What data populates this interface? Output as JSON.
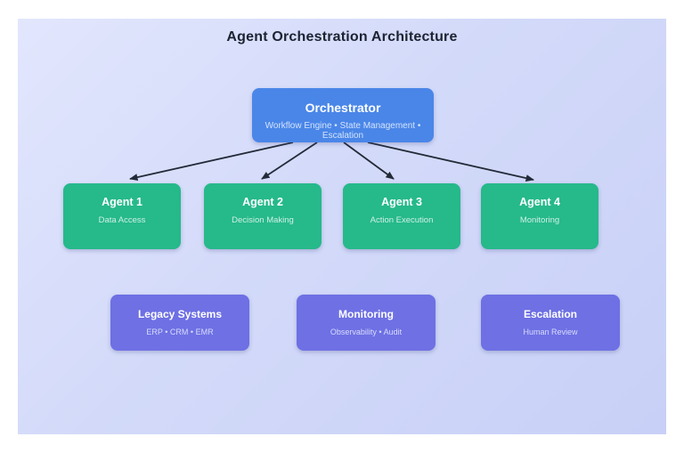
{
  "title": "Agent Orchestration Architecture",
  "colors": {
    "background_gradient_start": "#e2e6fd",
    "background_gradient_end": "#c8d0f7",
    "orchestrator_fill": "#4a86e8",
    "agent_fill": "#26b98a",
    "system_fill": "#6e70e4",
    "arrow": "#232b39",
    "title_text": "#1c2333"
  },
  "nodes": {
    "orchestrator": {
      "title": "Orchestrator",
      "subtitle": "Workflow Engine • State Management • Escalation"
    },
    "agents": [
      {
        "title": "Agent 1",
        "subtitle": "Data Access"
      },
      {
        "title": "Agent 2",
        "subtitle": "Decision Making"
      },
      {
        "title": "Agent 3",
        "subtitle": "Action Execution"
      },
      {
        "title": "Agent 4",
        "subtitle": "Monitoring"
      }
    ],
    "systems": [
      {
        "title": "Legacy Systems",
        "subtitle": "ERP • CRM • EMR"
      },
      {
        "title": "Monitoring",
        "subtitle": "Observability • Audit"
      },
      {
        "title": "Escalation",
        "subtitle": "Human Review"
      }
    ]
  }
}
